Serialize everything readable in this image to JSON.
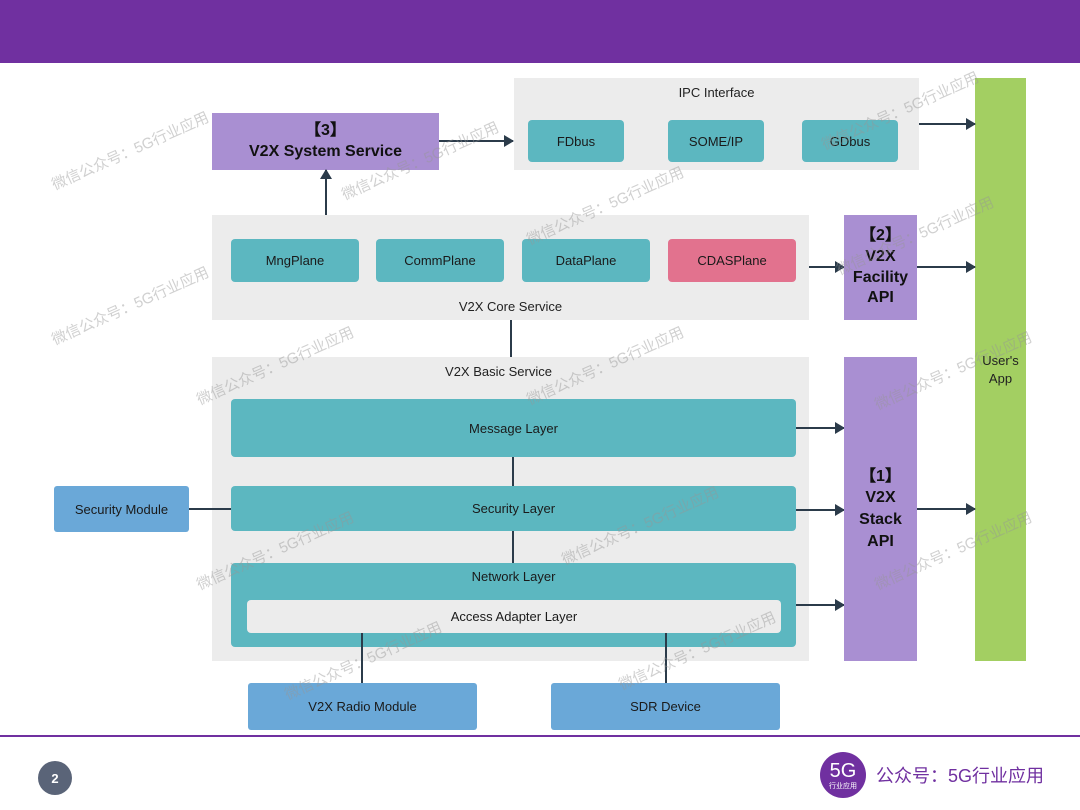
{
  "ipc_interface": {
    "title": "IPC Interface",
    "items": [
      "FDbus",
      "SOME/IP",
      "GDbus"
    ]
  },
  "system_service": {
    "line1": "【3】",
    "line2": "V2X System Service"
  },
  "core_service": {
    "title": "V2X Core Service",
    "planes": [
      "MngPlane",
      "CommPlane",
      "DataPlane",
      "CDASPlane"
    ]
  },
  "facility_api": {
    "lines": [
      "【2】",
      "V2X",
      "Facility",
      "API"
    ]
  },
  "basic_service": {
    "title": "V2X Basic Service",
    "message_layer": "Message Layer",
    "security_layer": "Security Layer",
    "network_layer": "Network Layer",
    "access_adapter_layer": "Access Adapter Layer"
  },
  "stack_api": {
    "lines": [
      "【1】",
      "V2X",
      "Stack",
      "API"
    ]
  },
  "users_app": {
    "line1": "User's",
    "line2": "App"
  },
  "security_module": "Security Module",
  "radio_module": "V2X Radio Module",
  "sdr_device": "SDR Device",
  "watermark_text": "微信公众号：5G行业应用",
  "footer": {
    "page_number": "2",
    "logo_big": "5G",
    "logo_small": "行业应用",
    "brand": "公众号：5G行业应用"
  },
  "colors": {
    "header": "#7030a0",
    "teal_box": "#5cb7c0",
    "pink_box": "#e2728e",
    "blue_box": "#6aa8d8",
    "violet_box": "#a98fd2",
    "green_box": "#a3cf62",
    "panel": "#ececec"
  }
}
